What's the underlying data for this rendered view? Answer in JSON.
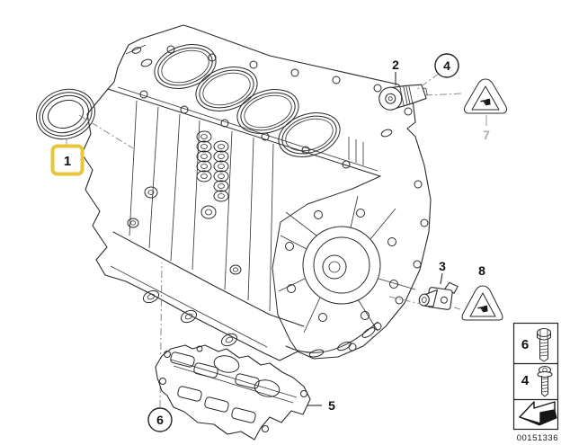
{
  "diagram": {
    "callouts": {
      "c1": {
        "label": "1",
        "style": "boxed-highlight"
      },
      "c2": {
        "label": "2",
        "style": "plain"
      },
      "c3": {
        "label": "3",
        "style": "plain"
      },
      "c4": {
        "label": "4",
        "style": "circled"
      },
      "c5": {
        "label": "5",
        "style": "plain"
      },
      "c6": {
        "label": "6",
        "style": "circled"
      },
      "c7": {
        "label": "7",
        "style": "plain-muted"
      },
      "c8": {
        "label": "8",
        "style": "plain"
      }
    },
    "warning_triangle": {
      "symbol": "☚",
      "icon_name": "hand-pointing-icon"
    },
    "legend": {
      "rows": [
        {
          "label": "6",
          "icon": "hex-head-bolt-icon"
        },
        {
          "label": "4",
          "icon": "flange-bolt-icon"
        },
        {
          "label": "",
          "icon": "continue-arrow-icon"
        }
      ]
    },
    "diagram_number": "00151336",
    "colors": {
      "highlight": "#E8C53A",
      "line": "#2a2a2a",
      "muted_label": "#B0B0B0"
    }
  }
}
